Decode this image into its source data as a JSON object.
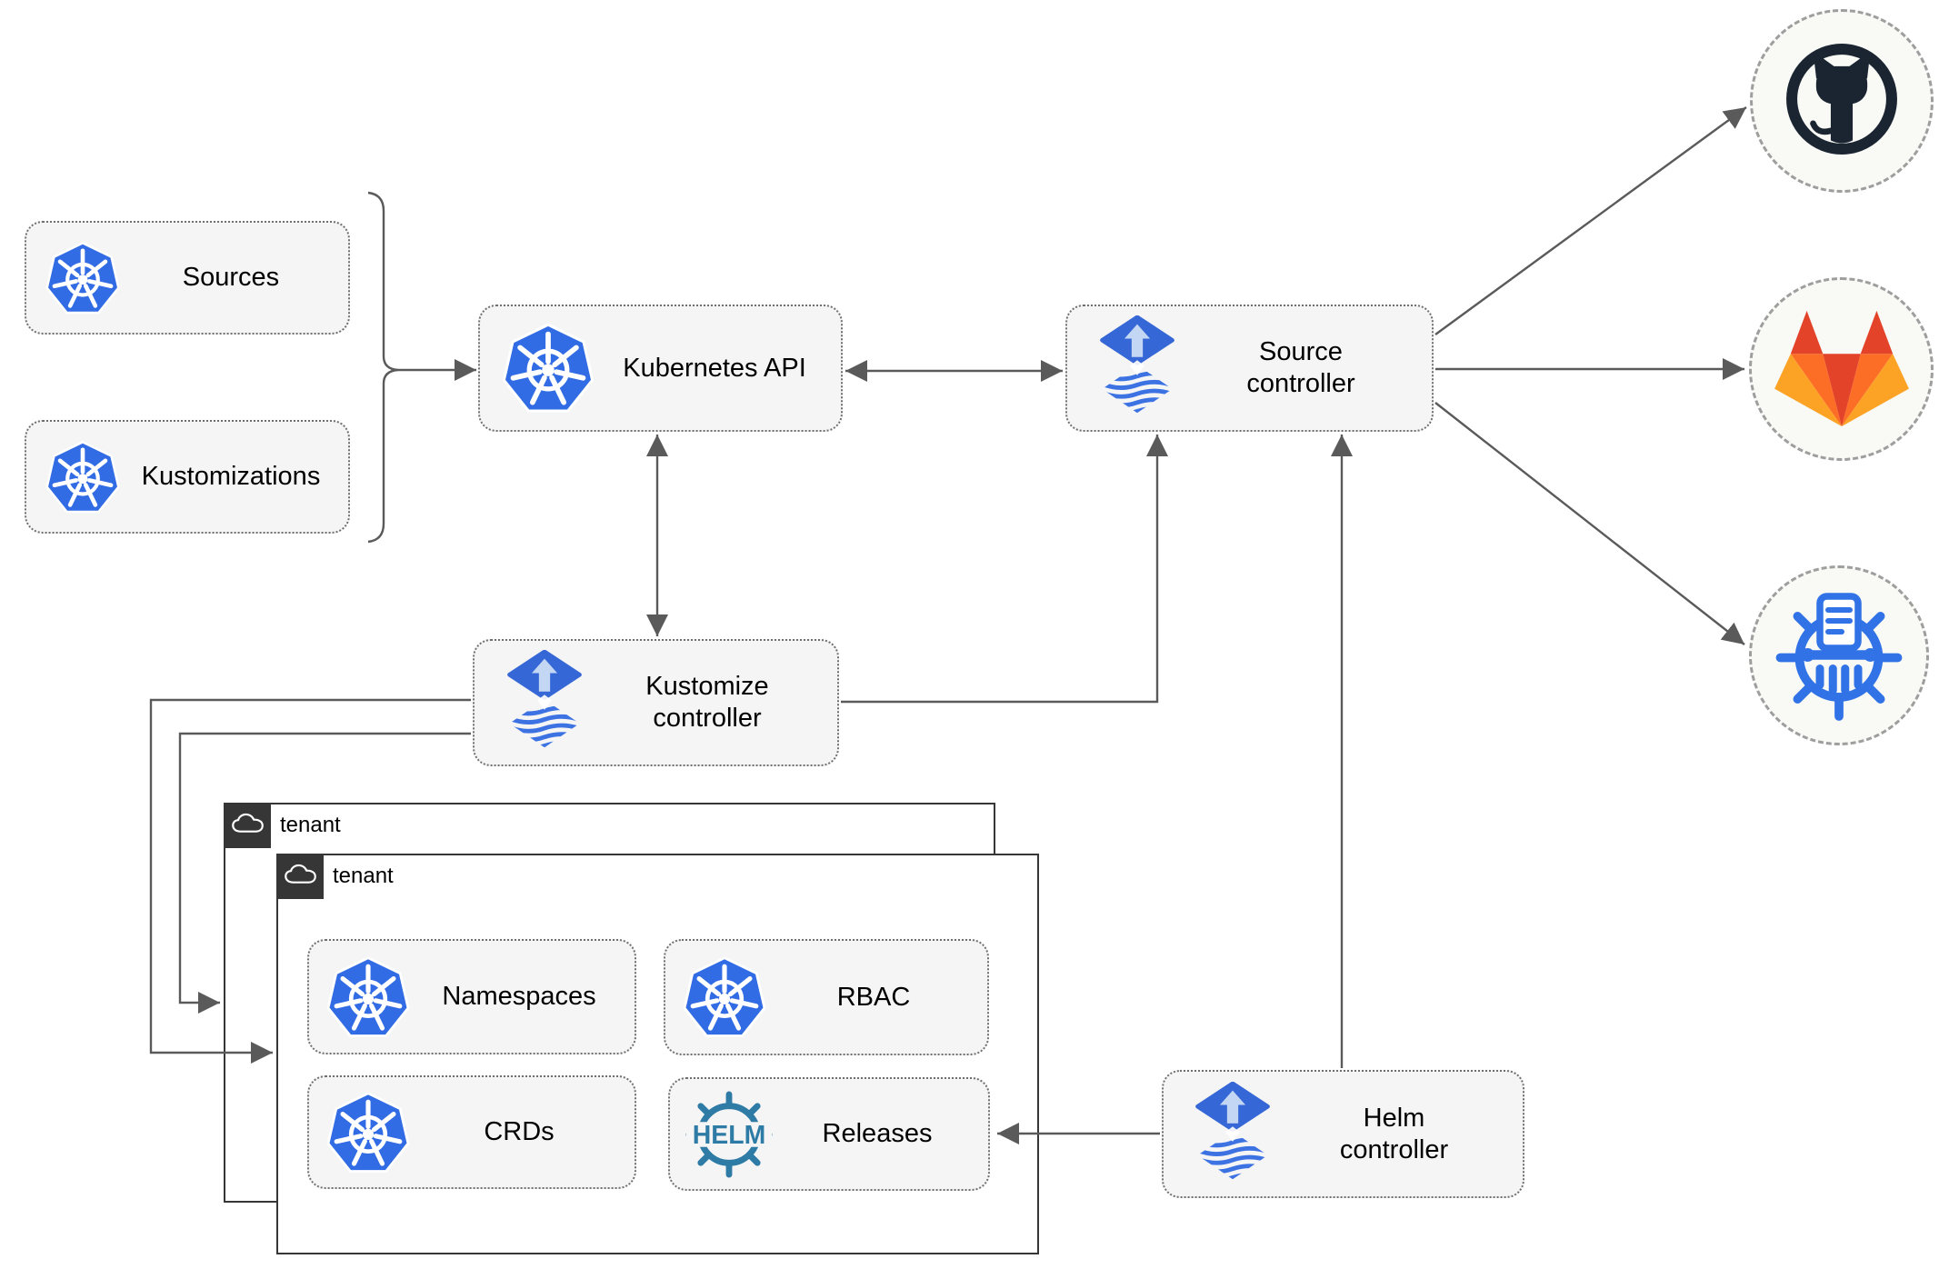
{
  "nodes": {
    "sources": {
      "label": "Sources",
      "icon": "kubernetes-icon"
    },
    "kustomizations": {
      "label": "Kustomizations",
      "icon": "kubernetes-icon"
    },
    "kubernetes_api": {
      "label": "Kubernetes API",
      "icon": "kubernetes-icon"
    },
    "source_controller": {
      "label": "Source\ncontroller",
      "icon": "flux-icon"
    },
    "kustomize_controller": {
      "label": "Kustomize\ncontroller",
      "icon": "flux-icon"
    },
    "helm_controller": {
      "label": "Helm\ncontroller",
      "icon": "flux-icon"
    },
    "namespaces": {
      "label": "Namespaces",
      "icon": "kubernetes-icon"
    },
    "rbac": {
      "label": "RBAC",
      "icon": "kubernetes-icon"
    },
    "crds": {
      "label": "CRDs",
      "icon": "kubernetes-icon"
    },
    "releases": {
      "label": "Releases",
      "icon": "helm-wheel-icon"
    }
  },
  "groups": {
    "outer_tenant": {
      "label": "tenant",
      "icon": "cloud-icon"
    },
    "inner_tenant": {
      "label": "tenant",
      "icon": "cloud-icon"
    }
  },
  "external": {
    "github": {
      "icon": "github-icon"
    },
    "gitlab": {
      "icon": "gitlab-icon"
    },
    "helm_repository": {
      "icon": "chartmuseum-icon"
    }
  },
  "icons": {
    "helm_wordmark": "HELM"
  },
  "edges": [
    {
      "from": "sources/kustomizations-bracket",
      "to": "kubernetes-api",
      "type": "arrow"
    },
    {
      "from": "kubernetes-api",
      "to": "source-controller",
      "type": "double-arrow"
    },
    {
      "from": "kubernetes-api",
      "to": "kustomize-controller",
      "type": "double-arrow"
    },
    {
      "from": "kustomize-controller",
      "to": "source-controller",
      "type": "arrow"
    },
    {
      "from": "kustomize-controller",
      "to": "outer-tenant",
      "type": "arrow"
    },
    {
      "from": "kustomize-controller",
      "to": "inner-tenant",
      "type": "arrow"
    },
    {
      "from": "helm-controller",
      "to": "source-controller",
      "type": "arrow"
    },
    {
      "from": "helm-controller",
      "to": "releases",
      "type": "arrow"
    },
    {
      "from": "source-controller",
      "to": "github",
      "type": "arrow"
    },
    {
      "from": "source-controller",
      "to": "gitlab",
      "type": "arrow"
    },
    {
      "from": "source-controller",
      "to": "helm-repository",
      "type": "arrow"
    }
  ],
  "colors": {
    "kubernetes_blue": "#326ce5",
    "flux_blue": "#3667d6",
    "flux_arrow_light": "#c3d7f4",
    "helm_teal": "#2e7ba6",
    "chartmuseum_blue": "#3173e6",
    "github_dark": "#1b2531",
    "gitlab_red_orange": "#e24329",
    "gitlab_orange": "#fc6d26",
    "gitlab_light_orange": "#fca326",
    "line_gray": "#5a5a5a",
    "tenant_tab_dark": "#363636",
    "node_fill": "#f5f5f5"
  }
}
